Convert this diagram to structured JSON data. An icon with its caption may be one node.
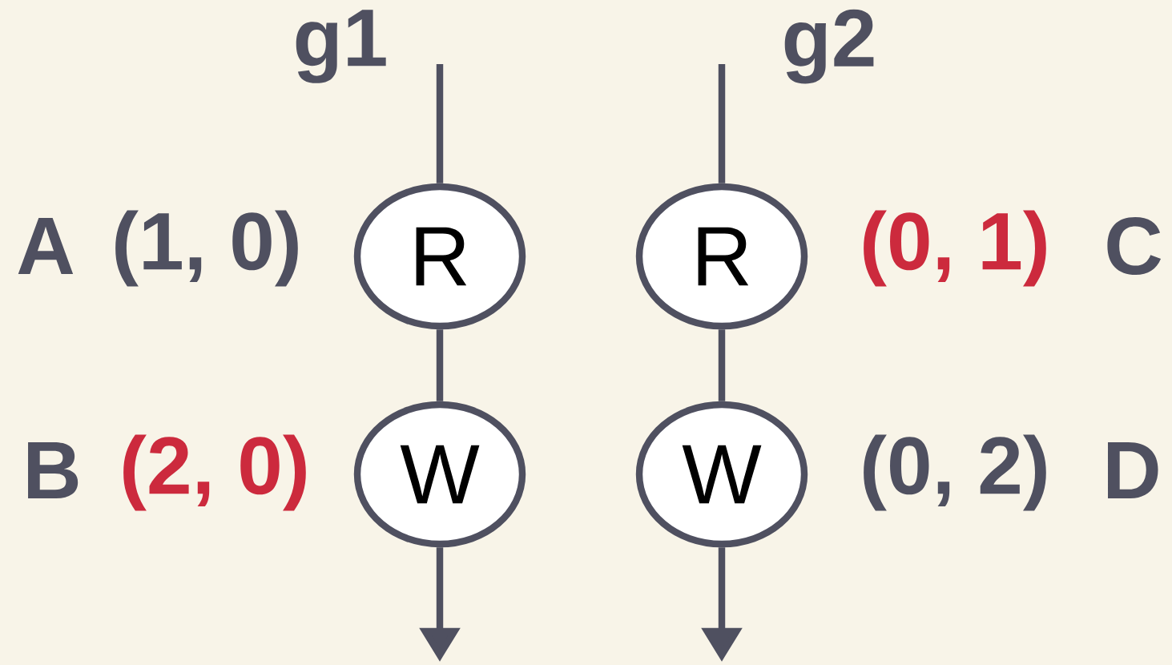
{
  "diagram": {
    "nodes": [
      {
        "text": [
          "R"
        ]
      },
      {
        "text": [
          "W"
        ]
      },
      {
        "text": [
          "R"
        ]
      },
      {
        "text": [
          "W"
        ]
      }
    ],
    "edges": [
      {
        "from": null,
        "to": 0,
        "arrow": "none"
      },
      {
        "from": 0,
        "to": 1,
        "arrow": "none"
      },
      {
        "from": 1,
        "to": null,
        "arrow": "to"
      },
      {
        "from": null,
        "to": 2,
        "arrow": "none"
      },
      {
        "from": 2,
        "to": 3,
        "arrow": "none"
      },
      {
        "from": 3,
        "to": null,
        "arrow": "to"
      }
    ],
    "labels": [
      "g1",
      "g2",
      "A",
      "(1, 0)",
      "(0, 1)",
      "C",
      "B",
      "(2, 0)",
      "(0, 2)",
      "D"
    ]
  }
}
